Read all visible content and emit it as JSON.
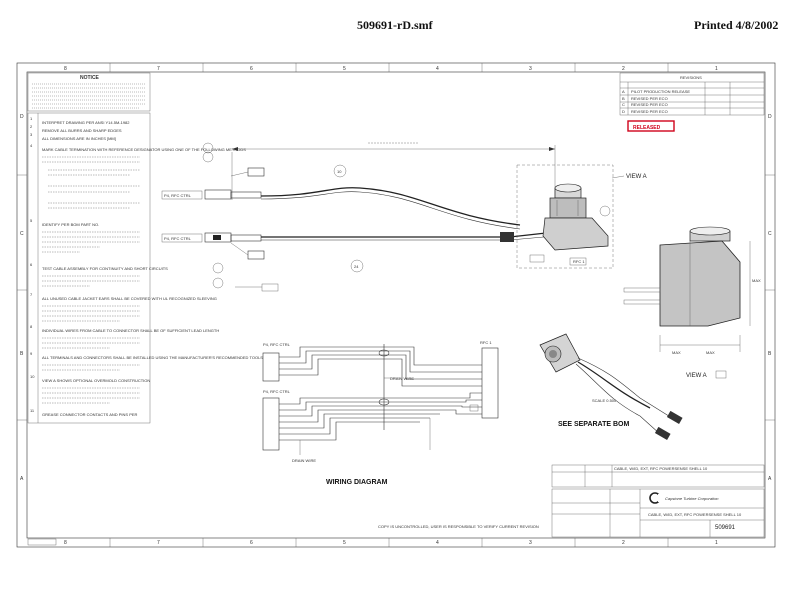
{
  "header": {
    "file_name": "509691-rD.smf",
    "printed": "Printed 4/8/2002"
  },
  "notice": {
    "title": "NOTICE"
  },
  "notes": [
    "INTERPRET DRAWING PER ANSI Y14.5M-1982",
    "REMOVE ALL BURRS AND SHARP EDGES",
    "ALL DIMENSIONS ARE IN INCHES [MM]",
    "MARK CABLE TERMINATION WITH REFERENCE DESIGNATOR USING ONE OF THE FOLLOWING METHODS",
    "IDENTIFY PER BOM PART NO.",
    "TEST CABLE ASSEMBLY FOR CONTINUITY AND SHORT CIRCUITS",
    "ALL UNUSED CABLE JACKET EARS SHALL BE COVERED WITH UL RECOGNIZED SLEEVING",
    "INDIVIDUAL WIRES FROM CABLE TO CONNECTOR SHALL BE OF SUFFICIENT LEAD LENGTH",
    "ALL TERMINALS AND CONNECTORS SHALL BE INSTALLED USING THE MANUFACTURER'S RECOMMENDED TOOLS",
    "VIEW A SHOWS OPTIONAL OVERMOLD CONSTRUCTION",
    "GREASE CONNECTOR CONTACTS AND PINS PER"
  ],
  "revisions": {
    "title": "REVISIONS",
    "rows": [
      {
        "ltr": "A",
        "desc": "PILOT PRODUCTION RELEASE"
      },
      {
        "ltr": "B",
        "desc": "REVISED PER ECO"
      },
      {
        "ltr": "C",
        "desc": "REVISED PER ECO"
      },
      {
        "ltr": "D",
        "desc": "REVISED PER ECO"
      }
    ]
  },
  "stamp": "RELEASED",
  "labels": {
    "view_a": "VIEW A",
    "view_a_detail": "VIEW A",
    "p4_rfc_ctrl": "P4, RFC CTRL",
    "p4_rfc_ctrl_lower": "P4, RFC CTRL",
    "rfc_conn": "RFC 1",
    "drain_wire": "DRAIN WIRE",
    "wiring_diagram": "WIRING DIAGRAM",
    "see_bom": "SEE SEPARATE BOM",
    "scale": "SCALE 0.500",
    "copy_notice": "COPY IS UNCONTROLLED, USER IS RESPONSIBLE TO VERIFY CURRENT REVISION",
    "company": "Capstone Turbine Corporation",
    "part_no": "509691",
    "title_block_desc": "CABLE, W/ID, EXT, RFC POWERSENSE SHELL 10"
  },
  "zones_top": [
    "8",
    "7",
    "6",
    "5",
    "4",
    "3",
    "2",
    "1"
  ],
  "zones_side": [
    "D",
    "C",
    "B",
    "A"
  ],
  "colors": {
    "stamp": "#d0021b",
    "ink": "#222222",
    "paper": "#ffffff"
  }
}
